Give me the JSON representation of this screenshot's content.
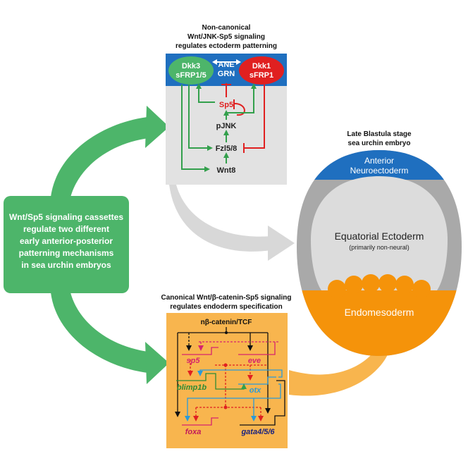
{
  "top_panel": {
    "title_lines": [
      "Non-canonical",
      "Wnt/JNK-Sp5 signaling",
      "regulates ectoderm patterning"
    ],
    "left_node": [
      "Dkk3",
      "sFRP1/5"
    ],
    "center_node": [
      "ANE",
      "GRN"
    ],
    "right_node": [
      "Dkk1",
      "sFRP1"
    ],
    "sp5": "Sp5",
    "pjnk": "pJNK",
    "fzl": "Fzl5/8",
    "wnt8": "Wnt8"
  },
  "left_box": {
    "lines": [
      "Wnt/Sp5 signaling cassettes",
      "regulate two different",
      "early anterior-posterior",
      "patterning mechanisms",
      "in sea urchin embryos"
    ]
  },
  "embryo": {
    "title_lines": [
      "Late Blastula stage",
      "sea urchin embryo"
    ],
    "anterior_lines": [
      "Anterior",
      "Neuroectoderm"
    ],
    "equatorial": "Equatorial Ectoderm",
    "equatorial_sub": "(primarily non-neural)",
    "endomesoderm": "Endomesoderm"
  },
  "bottom_panel": {
    "title_lines": [
      "Canonical Wnt/β-catenin-Sp5 signaling",
      "regulates endoderm specification"
    ],
    "top_node": "nβ-catenin/TCF",
    "genes": [
      "sp5",
      "eve",
      "blimp1b",
      "otx",
      "foxa",
      "gata4/5/6"
    ]
  },
  "colors": {
    "green": "#4db56a",
    "blue": "#1f6fbf",
    "red": "#e02020",
    "orange": "#f5930a",
    "panel_grey": "#e2e2e2",
    "panel_orange": "#f8b54e"
  }
}
